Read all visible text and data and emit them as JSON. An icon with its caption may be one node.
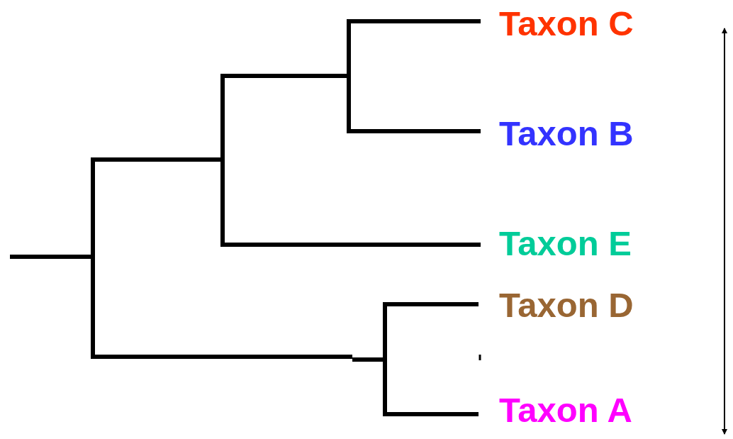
{
  "diagram": {
    "labels": [
      "Taxon C",
      "Taxon B",
      "Taxon E",
      "Taxon D",
      "Taxon A"
    ]
  }
}
